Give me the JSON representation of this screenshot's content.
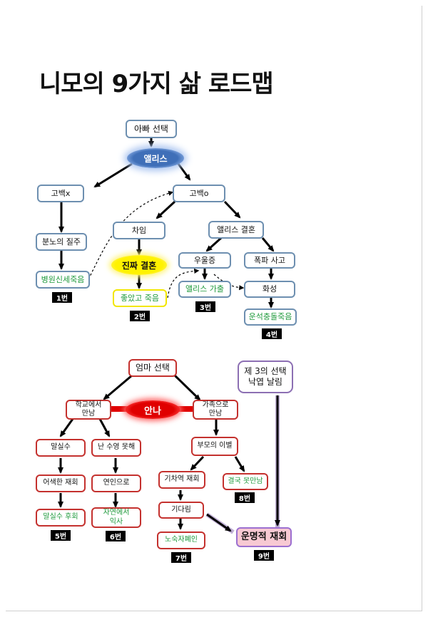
{
  "title": "니모의 9가지 삶 로드맵",
  "colors": {
    "blue_border": "#6d8fb0",
    "red_border": "#c4312e",
    "purple_border": "#8c6fb3",
    "green_text": "#1f9a3c"
  },
  "nodes": {
    "dad_choice": "아빠 선택",
    "alice": "앨리스",
    "confess_x": "고백x",
    "confess_o": "고백o",
    "rage_sprint": "분노의 질주",
    "dumped": "차임",
    "alice_marriage": "앨리스 결혼",
    "hospital_suicide": "병원신세죽음",
    "true_love_marriage": "진짜 결혼",
    "depression": "우울증",
    "bomb_accident": "폭파 사고",
    "good_death": "좋았고 죽음",
    "alice_family": "앨리스 가출",
    "mars": "화성",
    "bad_ending": "운석충돌죽음",
    "mom_choice": "엄마 선택",
    "third_choice": "제 3의 선택\n낙엽 날림",
    "school_meet": "학교에서\n만남",
    "anna": "안나",
    "family_meet": "가족으로\n만남",
    "stutter": "말실수",
    "cant_swim": "난 수영 못해",
    "parents_split": "부모의 이별",
    "awkward_reunion": "어색한 재회",
    "lovers": "연인으로",
    "train_reunion": "기차역 재회",
    "never_meet": "결국 못만남",
    "waiting": "기다림",
    "stutter_regret": "말실수 후회",
    "natural_death": "자연에서\n익사",
    "homeless_death": "노숙자폐인",
    "fated_reunion": "운명적 재회"
  },
  "badges": {
    "b1": "1번",
    "b2": "2번",
    "b3": "3번",
    "b4": "4번",
    "b5": "5번",
    "b6": "6번",
    "b7": "7번",
    "b8": "8번",
    "b9": "9번"
  }
}
